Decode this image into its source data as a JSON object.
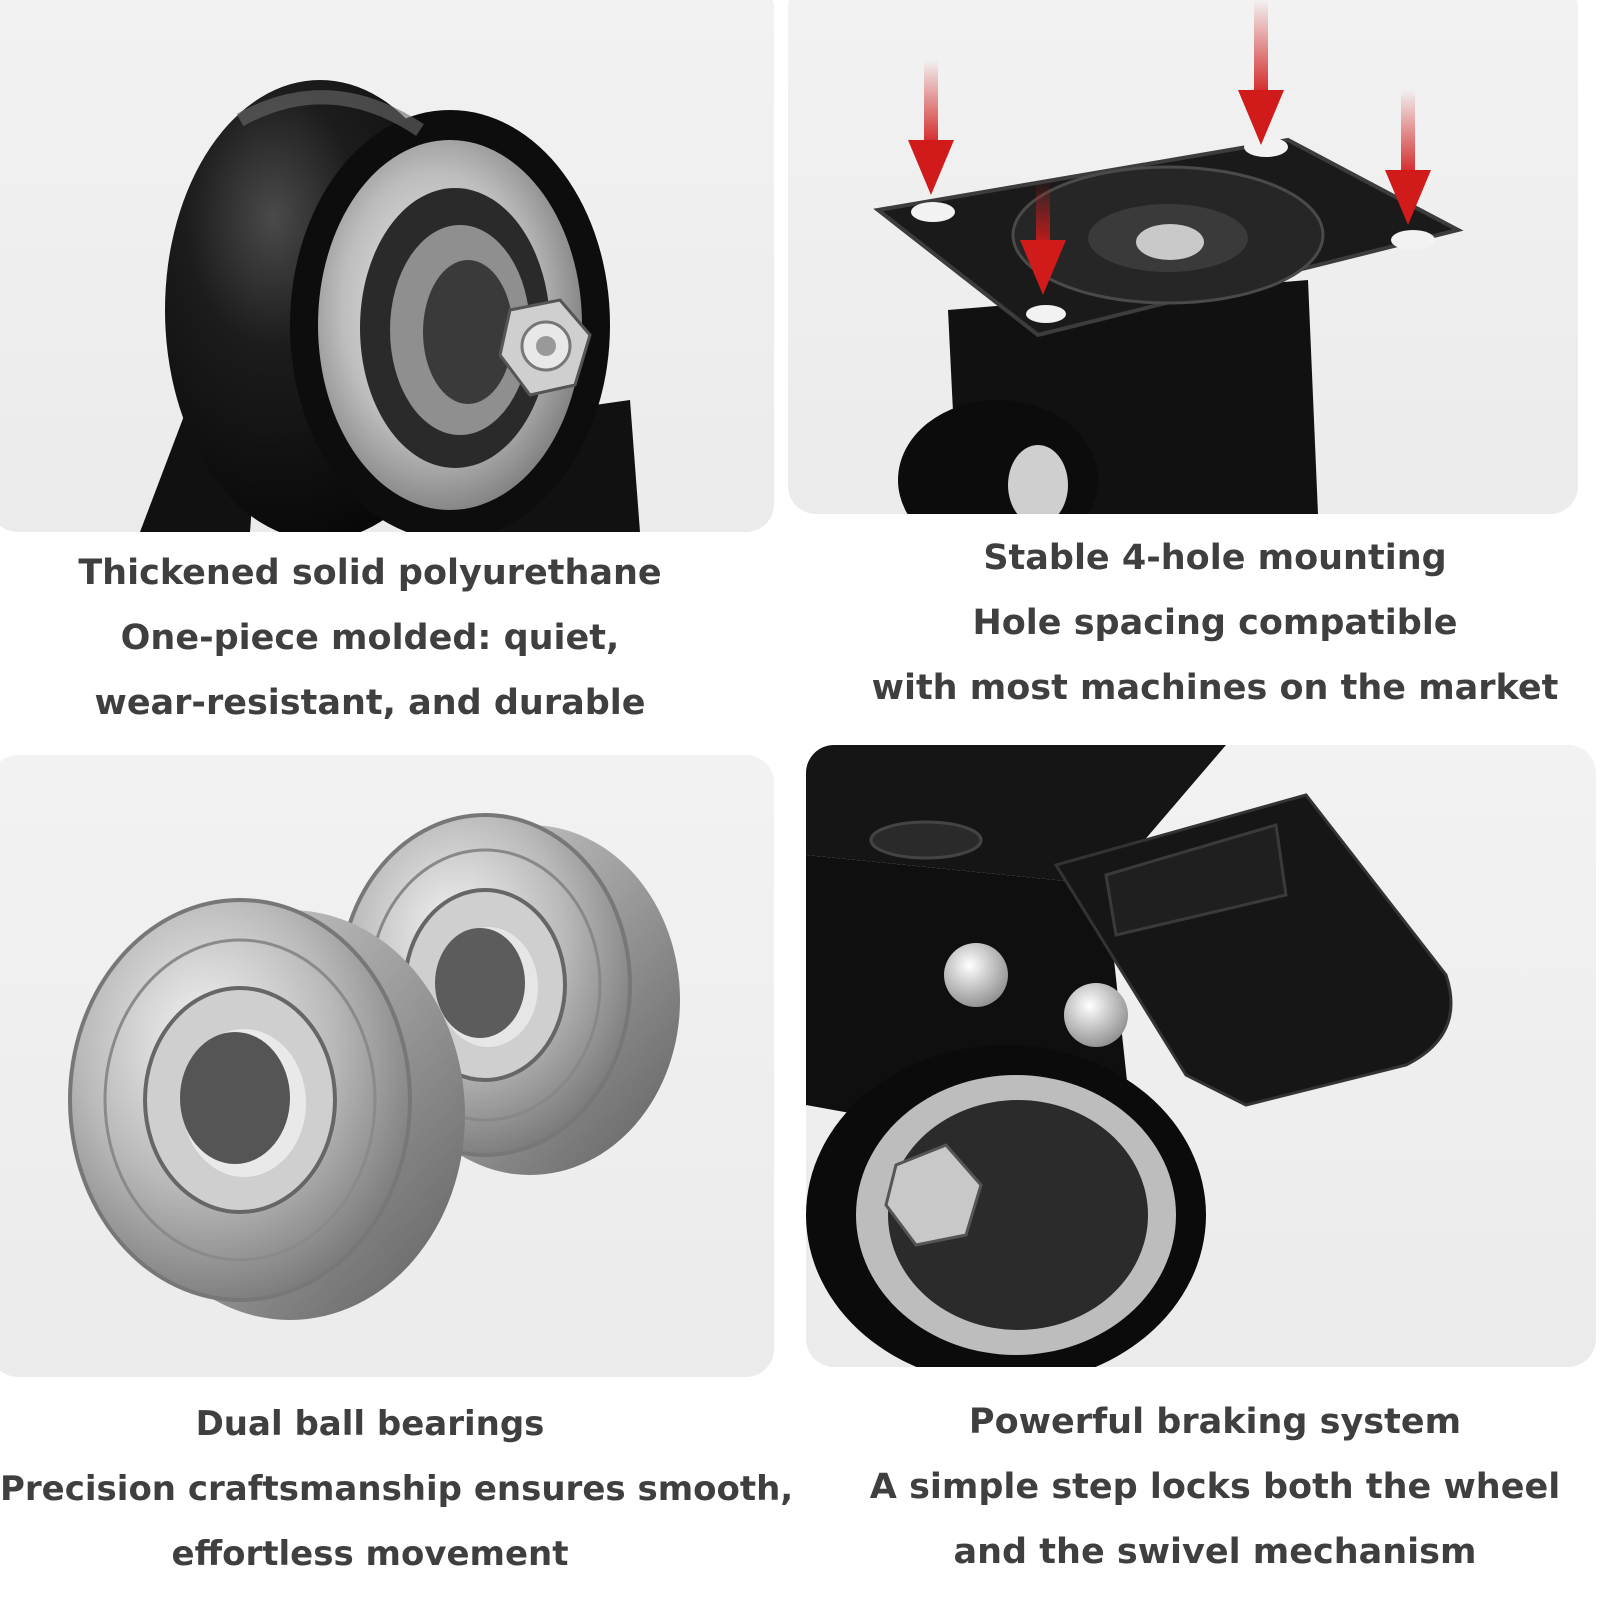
{
  "sections": [
    {
      "name": "polyurethane-wheel",
      "lines": [
        "Thickened solid polyurethane",
        "One-piece molded: quiet,",
        "wear-resistant, and durable"
      ]
    },
    {
      "name": "mounting-plate",
      "lines": [
        "Stable 4-hole mounting",
        "Hole spacing compatible",
        "with most machines on the market"
      ]
    },
    {
      "name": "ball-bearings",
      "lines": [
        "Dual ball bearings",
        "Precision craftsmanship ensures smooth,",
        "effortless movement"
      ]
    },
    {
      "name": "braking-system",
      "lines": [
        "Powerful braking system",
        "A simple step locks both the wheel",
        "and the swivel mechanism"
      ]
    }
  ],
  "colors": {
    "panel_bg": "#eeeeee",
    "caption_text": "#3f3f3f",
    "rubber_black": "#141414",
    "steel": "#b8b8b8",
    "arrow_red": "#d11a1a"
  }
}
